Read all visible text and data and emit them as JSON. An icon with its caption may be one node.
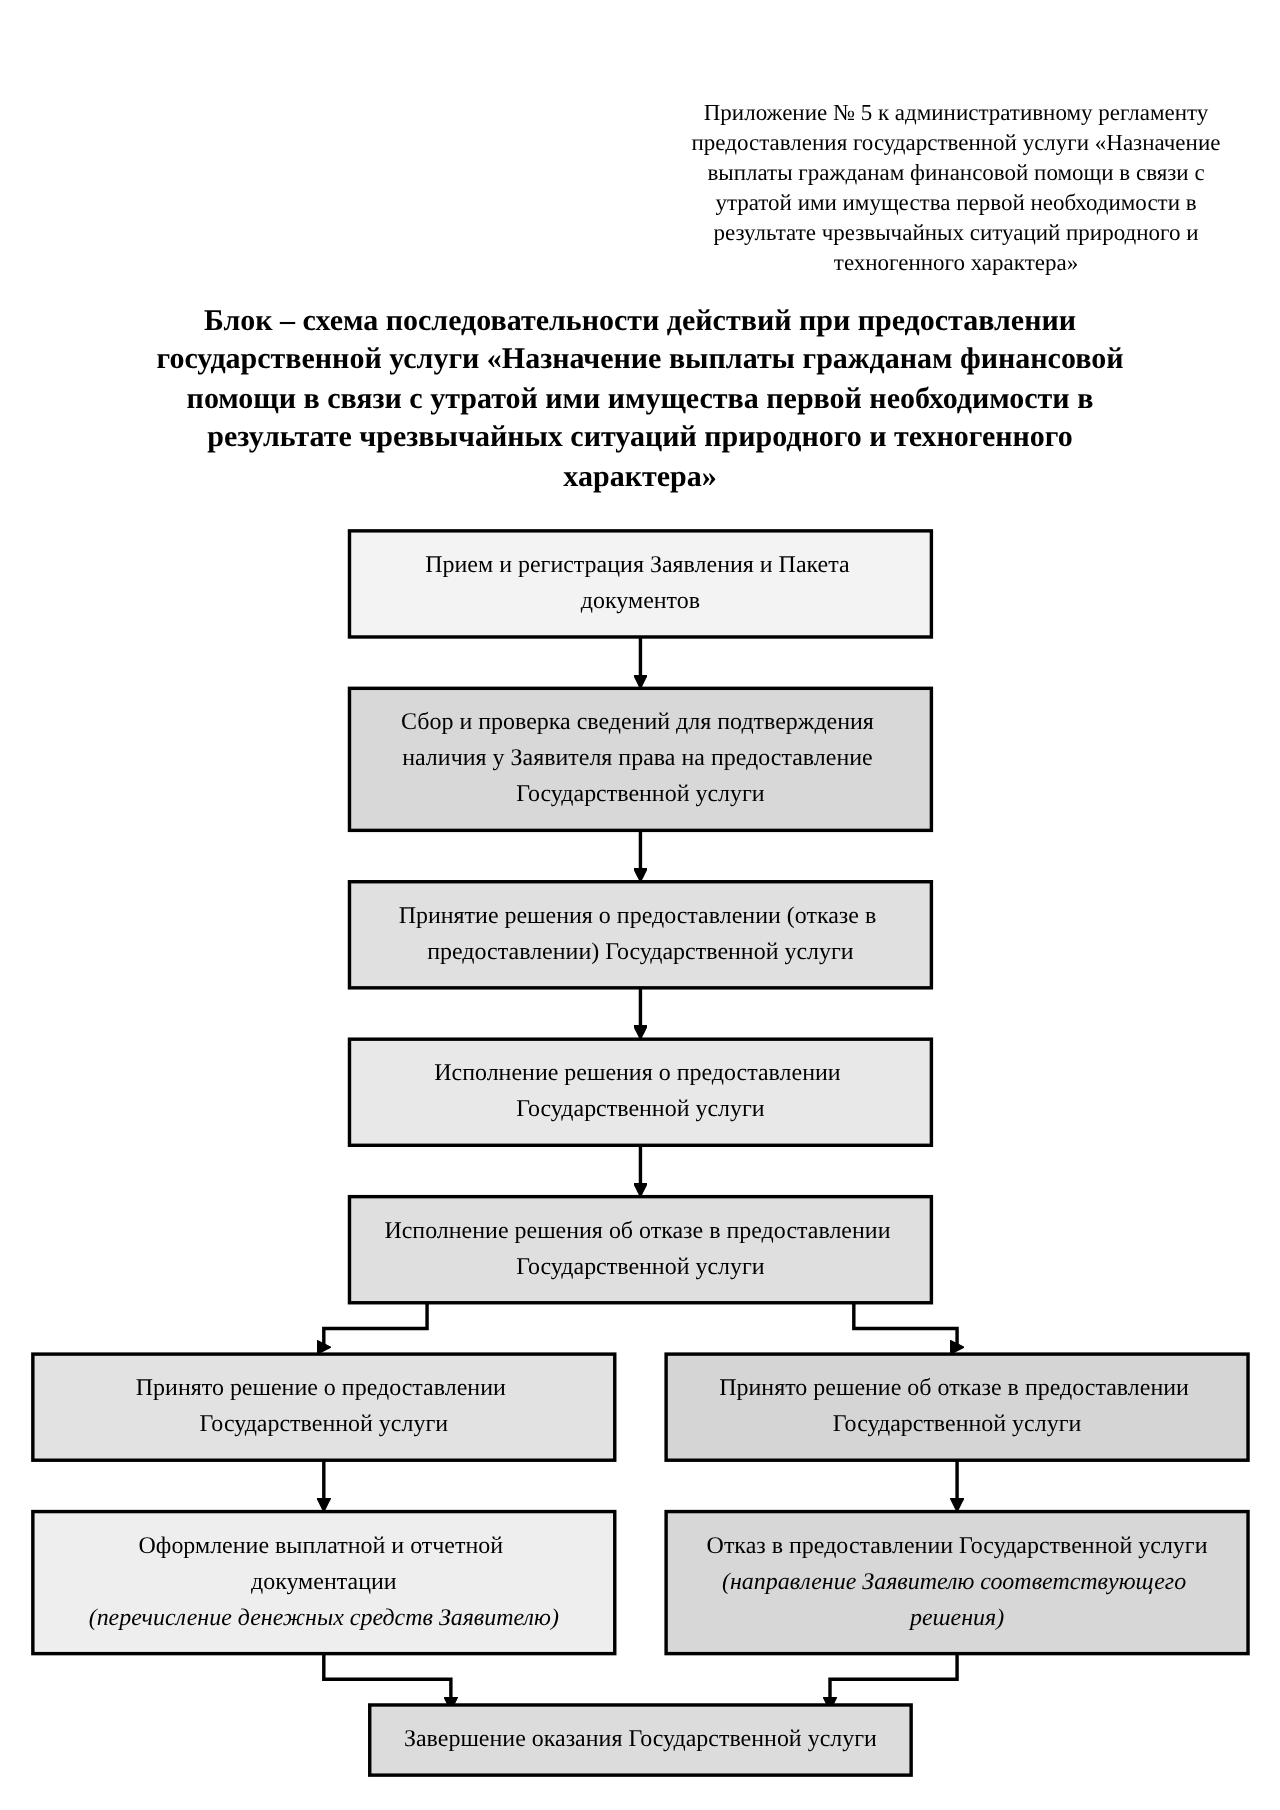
{
  "diagram": {
    "title": "Блок – схема последовательности действий при предоставлении государственной услуги «Назначение выплаты гражданам финансовой помощи в связи с утратой ими имущества первой необходимости в результате чрезвычайных ситуаций природного и техногенного характера»",
    "nodes": [
      {
        "text": [
          "Прием и регистрация Заявления и Пакета документов"
        ]
      },
      {
        "text": [
          "Сбор и проверка сведений для подтверждения наличия у Заявителя права на предоставление Государственной услуги"
        ]
      },
      {
        "text": [
          "Принятие решения о предоставлении (отказе в предоставлении) Государственной услуги"
        ]
      },
      {
        "text": [
          "Исполнение решения о предоставлении Государственной услуги"
        ]
      },
      {
        "text": [
          "Исполнение решения об отказе в предоставлении Государственной услуги"
        ]
      },
      {
        "text": [
          "Принято решение о предоставлении Государственной услуги"
        ]
      },
      {
        "text": [
          "Принято решение об отказе в предоставлении Государственной услуги"
        ]
      },
      {
        "text": [
          "Оформление выплатной и отчетной документации",
          "(перечисление денежных средств Заявителю)"
        ]
      },
      {
        "text": [
          "Отказ в предоставлении Государственной услуги",
          "(направление Заявителю соответствующего решения)"
        ]
      },
      {
        "text": [
          "Завершение оказания Государственной услуги"
        ]
      }
    ],
    "edges": [
      {
        "from": 0,
        "to": 1,
        "arrow": "to"
      },
      {
        "from": 1,
        "to": 2,
        "arrow": "to"
      },
      {
        "from": 2,
        "to": 3,
        "arrow": "to"
      },
      {
        "from": 3,
        "to": 4,
        "arrow": "to"
      },
      {
        "from": 4,
        "to": 5,
        "arrow": "to"
      },
      {
        "from": 4,
        "to": 6,
        "arrow": "to"
      },
      {
        "from": 5,
        "to": 7,
        "arrow": "to"
      },
      {
        "from": 6,
        "to": 8,
        "arrow": "to"
      },
      {
        "from": 7,
        "to": 9,
        "arrow": "to"
      },
      {
        "from": 8,
        "to": 9,
        "arrow": "to"
      }
    ],
    "labels": [
      "Приложение № 5 к административному регламенту предоставления государственной услуги «Назначение выплаты гражданам финансовой помощи в связи с утратой ими имущества первой необходимости в результате чрезвычайных ситуаций природного и техногенного характера»"
    ]
  }
}
